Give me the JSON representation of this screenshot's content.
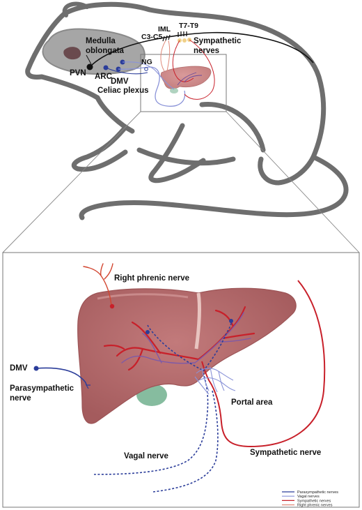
{
  "top_labels": {
    "medulla_line1": "Medulla",
    "medulla_line2": "oblongata",
    "pvn": "PVN",
    "arc": "ARC",
    "dmv": "DMV",
    "ng": "NG",
    "celiac": "Celiac plexus",
    "c3c5": "C3-C5",
    "iml": "IML",
    "t7t9": "T7-T9",
    "symp_line1": "Sympathetic",
    "symp_line2": "nerves"
  },
  "bottom_labels": {
    "right_phrenic": "Right phrenic nerve",
    "dmv": "DMV",
    "parasym_line1": "Parasympathetic",
    "parasym_line2": "nerve",
    "portal": "Portal area",
    "vagal": "Vagal nerve",
    "sympathetic": "Sympathetic nerve"
  },
  "legend": [
    {
      "label": "Parasympathetic nerves",
      "color": "#2b3d9a",
      "style": "solid"
    },
    {
      "label": "Vagal nerves",
      "color": "#8a93d8",
      "style": "solid"
    },
    {
      "label": "Sympathetic nerves",
      "color": "#c8202a",
      "style": "solid"
    },
    {
      "label": "Right phrenic nerves",
      "color": "#e08a7a",
      "style": "solid"
    }
  ],
  "colors": {
    "mouse_outline": "#6e6e6e",
    "brain": "#9a9a9a",
    "liver": "#b5696b",
    "liver_dark": "#9c5456",
    "gallbladder": "#7fb89a",
    "parasympathetic": "#2b3d9a",
    "vagal": "#8a93d8",
    "sympathetic": "#c8202a",
    "phrenic": "#d2452f"
  }
}
